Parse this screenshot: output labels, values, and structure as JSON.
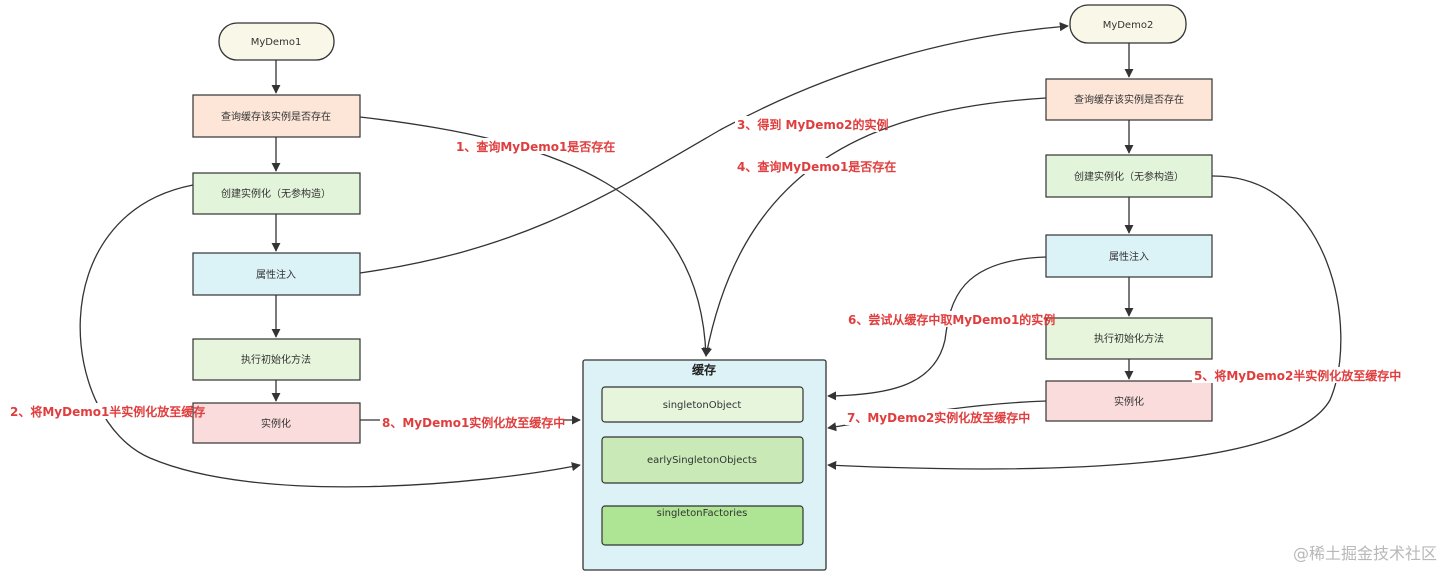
{
  "left_flow": {
    "start": "MyDemo1",
    "query": "查询缓存该实例是否存在",
    "create": "创建实例化（无参构造）",
    "inject": "属性注入",
    "init": "执行初始化方法",
    "instance": "实例化"
  },
  "right_flow": {
    "start": "MyDemo2",
    "query": "查询缓存该实例是否存在",
    "create": "创建实例化（无参构造）",
    "inject": "属性注入",
    "init": "执行初始化方法",
    "instance": "实例化"
  },
  "cache": {
    "title": "缓存",
    "items": [
      "singletonObject",
      "earlySingletonObjects",
      "singletonFactories"
    ]
  },
  "edge_labels": {
    "step1": "1、查询MyDemo1是否存在",
    "step2": "2、将MyDemo1半实例化放至缓存",
    "step3": "3、得到 MyDemo2的实例",
    "step4": "4、查询MyDemo1是否存在",
    "step5": "5、将MyDemo2半实例化放至缓存中",
    "step6": "6、尝试从缓存中取MyDemo1的实例",
    "step7": "7、MyDemo2实例化放至缓存中",
    "step8": "8、MyDemo1实例化放至缓存中"
  },
  "watermark": "@稀土掘金技术社区",
  "colors": {
    "start_fill": "#f9f7e8",
    "query_fill": "#fde6d8",
    "create_fill": "#e2f4d9",
    "inject_fill": "#dbf2f6",
    "init_fill": "#e6f5dc",
    "instance_fill": "#fbdcdc",
    "cache_fill": "#dcf2f6",
    "cache_item1": "#e6f5dc",
    "cache_item2": "#c9eab6",
    "cache_item3": "#ade594",
    "label": "#e03e3e"
  }
}
